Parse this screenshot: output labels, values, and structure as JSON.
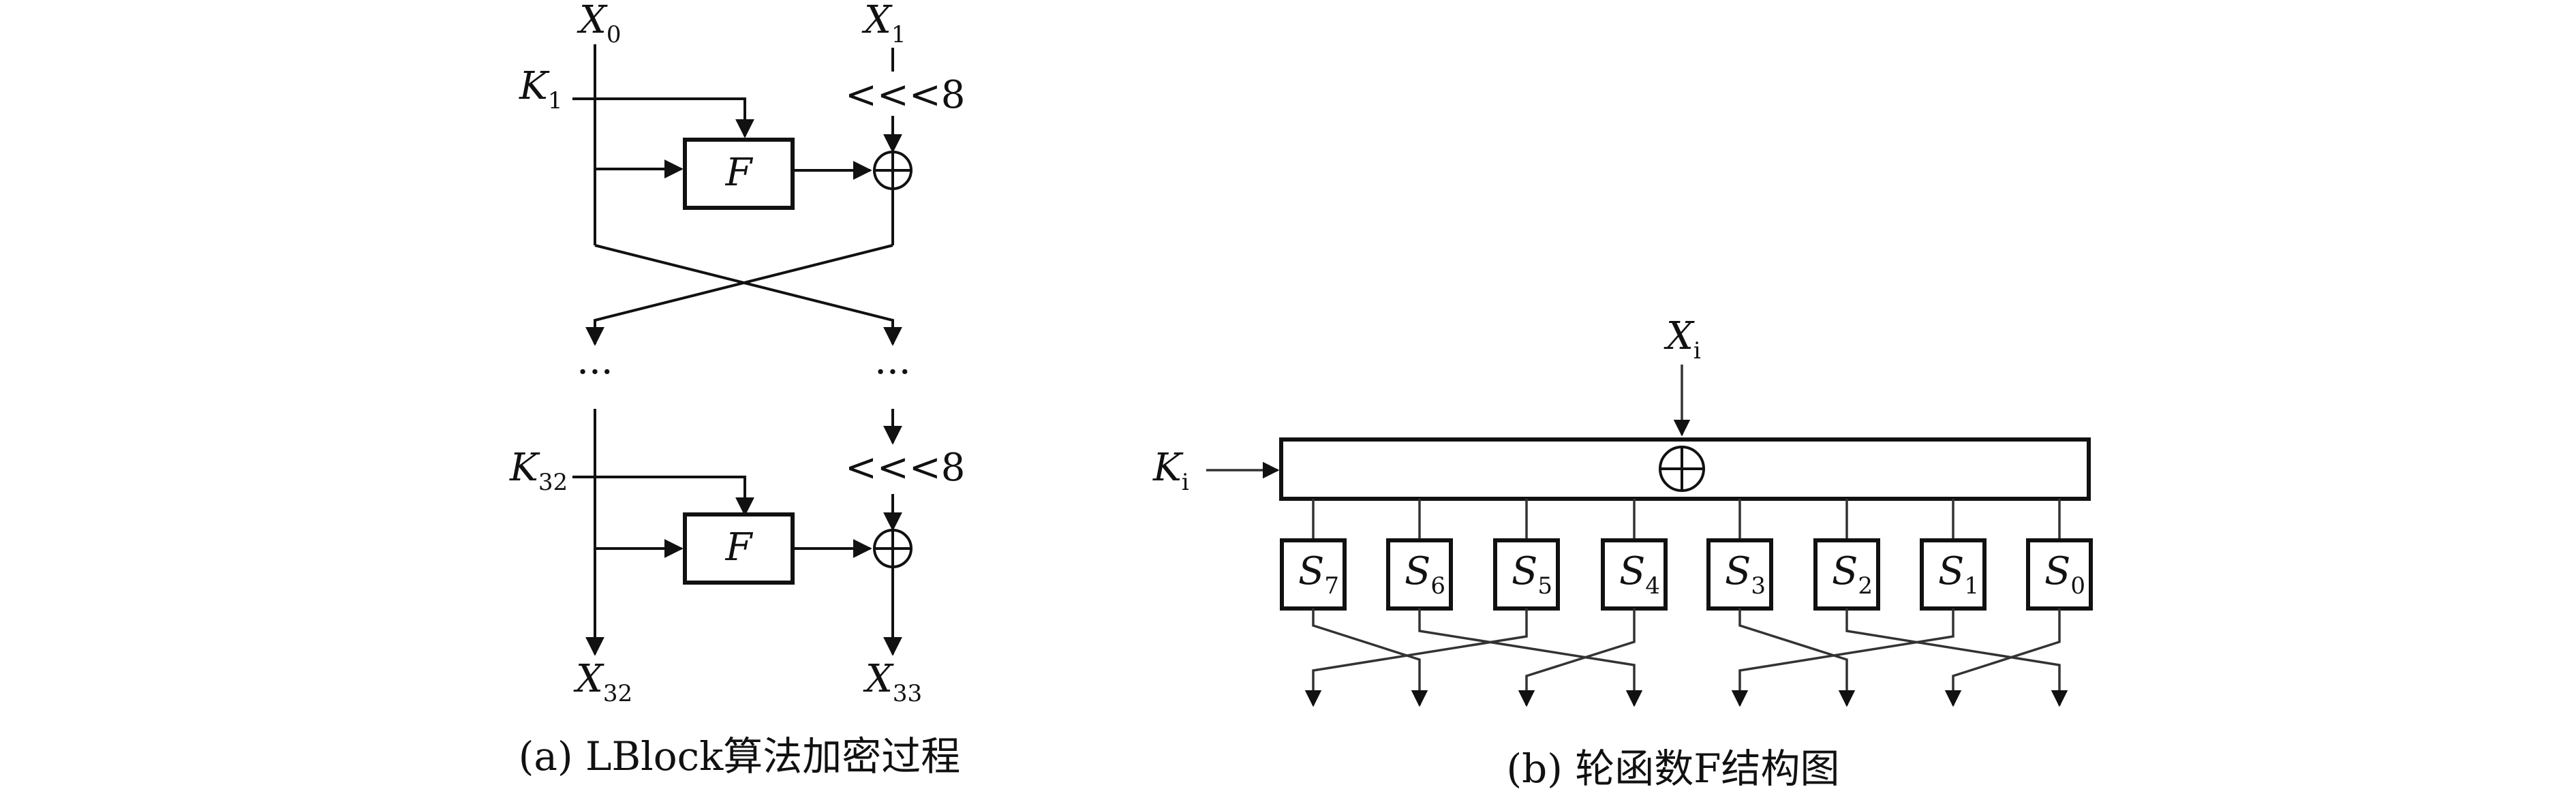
{
  "panel_a": {
    "input_left": {
      "base": "X",
      "sub": "0"
    },
    "input_right": {
      "base": "X",
      "sub": "1"
    },
    "key_first": {
      "base": "K",
      "sub": "1"
    },
    "key_last": {
      "base": "K",
      "sub": "32"
    },
    "shift_first": "<<<8",
    "shift_last": "<<<8",
    "f_first": "F",
    "f_last": "F",
    "ellipsis_left": "···",
    "ellipsis_right": "···",
    "output_left": {
      "base": "X",
      "sub": "32"
    },
    "output_right": {
      "base": "X",
      "sub": "33"
    },
    "caption": "(a) LBlock算法加密过程"
  },
  "panel_b": {
    "input": {
      "base": "X",
      "sub": "i"
    },
    "key": {
      "base": "K",
      "sub": "i"
    },
    "sboxes": [
      {
        "base": "S",
        "sub": "7"
      },
      {
        "base": "S",
        "sub": "6"
      },
      {
        "base": "S",
        "sub": "5"
      },
      {
        "base": "S",
        "sub": "4"
      },
      {
        "base": "S",
        "sub": "3"
      },
      {
        "base": "S",
        "sub": "2"
      },
      {
        "base": "S",
        "sub": "1"
      },
      {
        "base": "S",
        "sub": "0"
      }
    ],
    "caption": "(b) 轮函数F结构图"
  }
}
